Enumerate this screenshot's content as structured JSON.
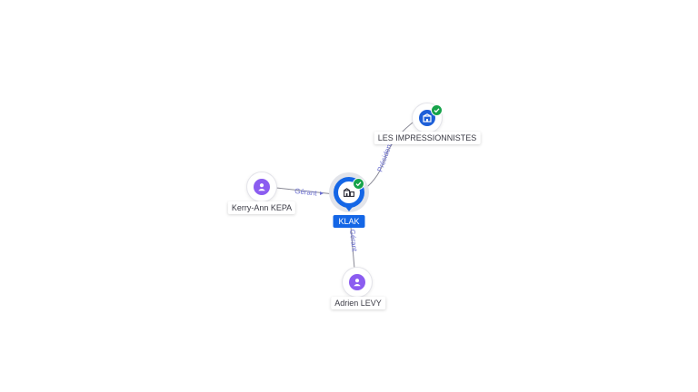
{
  "graph": {
    "main_node": {
      "label": "KLAK",
      "icon": "building-icon",
      "verified": true
    },
    "nodes": [
      {
        "id": "impressionnistes",
        "label": "LES IMPRESSIONNISTES",
        "type": "company",
        "icon": "building-icon",
        "verified": true
      },
      {
        "id": "kerry",
        "label": "Kerry-Ann KEPA",
        "type": "person",
        "icon": "person-icon"
      },
      {
        "id": "adrien",
        "label": "Adrien LEVY",
        "type": "person",
        "icon": "person-icon"
      }
    ],
    "edges": [
      {
        "from": "impressionnistes",
        "label": "Président"
      },
      {
        "from": "kerry",
        "label": "Gérant"
      },
      {
        "from": "adrien",
        "label": "Gérant"
      }
    ],
    "colors": {
      "accent": "#1466e6",
      "person": "#8b5cf0",
      "company": "#1d5fd8",
      "verified": "#16a34a",
      "edge_label": "#6b6fd0"
    }
  }
}
